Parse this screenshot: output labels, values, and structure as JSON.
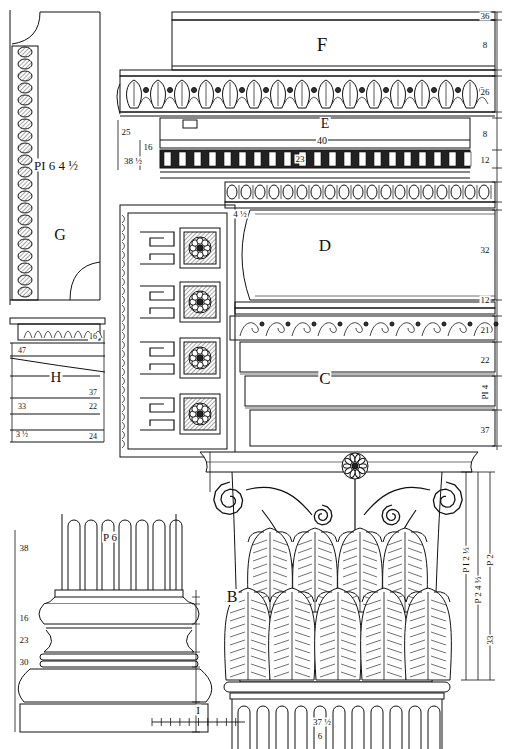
{
  "diagram": {
    "labels": [
      "F",
      "E",
      "D",
      "C",
      "B",
      "G",
      "H",
      "I",
      "PI 6 4 ½",
      "P 6",
      "40",
      "23",
      "25",
      "16",
      "38 ½",
      "4 ½",
      "36",
      "8",
      "26",
      "8",
      "12",
      "32",
      "12",
      "21",
      "22",
      "37",
      "PI 4",
      "P I 2 ½",
      "P 2 4 ½",
      "P 2",
      "33",
      "16",
      "47",
      "37",
      "33",
      "22",
      "24",
      "3 ½",
      "38",
      "16",
      "23",
      "30",
      "37 ½",
      "6"
    ]
  }
}
